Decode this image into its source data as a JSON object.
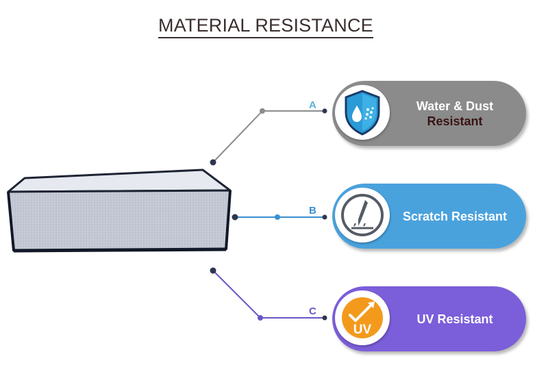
{
  "title": "MATERIAL RESISTANCE",
  "features": [
    {
      "letter": "A",
      "icon": "shield-water-dust-icon",
      "line1": "Water & Dust",
      "line2": "Resistant",
      "color": "#8b8b8b"
    },
    {
      "letter": "B",
      "icon": "scratch-tool-icon",
      "line1": "Scratch Resistant",
      "color": "#4aa2dd"
    },
    {
      "letter": "C",
      "icon": "uv-arrow-icon",
      "line1": "UV Resistant",
      "color": "#7b5ed9"
    }
  ],
  "product": {
    "name": "dust-cover-product-image"
  },
  "colors": {
    "title": "#3a2e2e",
    "letter_a": "#5bb3d6",
    "letter_b": "#3a8fd0",
    "letter_c": "#6a55c8",
    "uv_orange": "#f39a1c"
  }
}
